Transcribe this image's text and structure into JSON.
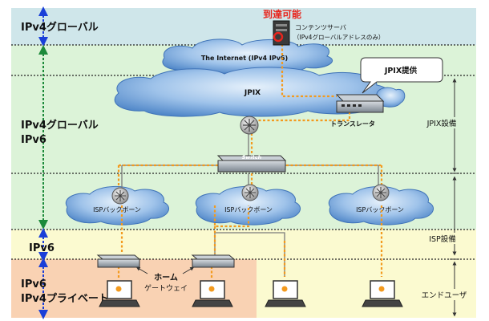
{
  "zones": {
    "ipv4_global": "IPv4グローバル",
    "dual_line1": "IPv4グローバル",
    "dual_line2": "IPv6",
    "ipv6": "IPv6",
    "private_line1": "IPv6",
    "private_line2": "IPv4プライベート"
  },
  "callouts": {
    "reachable": "到達可能",
    "content_server_line1": "コンテンツサーバ",
    "content_server_line2": "（IPv4グローバルアドレスのみ）",
    "jpix_provide": "JPIX提供"
  },
  "clouds": {
    "internet": "The Internet (IPv4 IPv6)",
    "jpix": "JPIX",
    "isp1": "ISPバックボーン",
    "isp2": "ISPバックボーン",
    "isp3": "ISPバックボーン"
  },
  "devices": {
    "translator": "トランスレータ",
    "switch": "Switch",
    "home_gateway_line1": "ホーム",
    "home_gateway_line2": "ゲートウェイ"
  },
  "right_labels": {
    "jpix_equipment": "JPIX設備",
    "isp_equipment": "ISP設備",
    "end_user": "エンドユーザ"
  },
  "colors": {
    "ipv4_band": "#cfe6ea",
    "dual_band": "#dcf3d8",
    "ipv6_band": "#fbfad0",
    "private_band": "#f9d2b3",
    "cloud_fill": "#6aa0d8",
    "path_orange": "#f39a1e",
    "reachable_red": "#e8251d"
  }
}
